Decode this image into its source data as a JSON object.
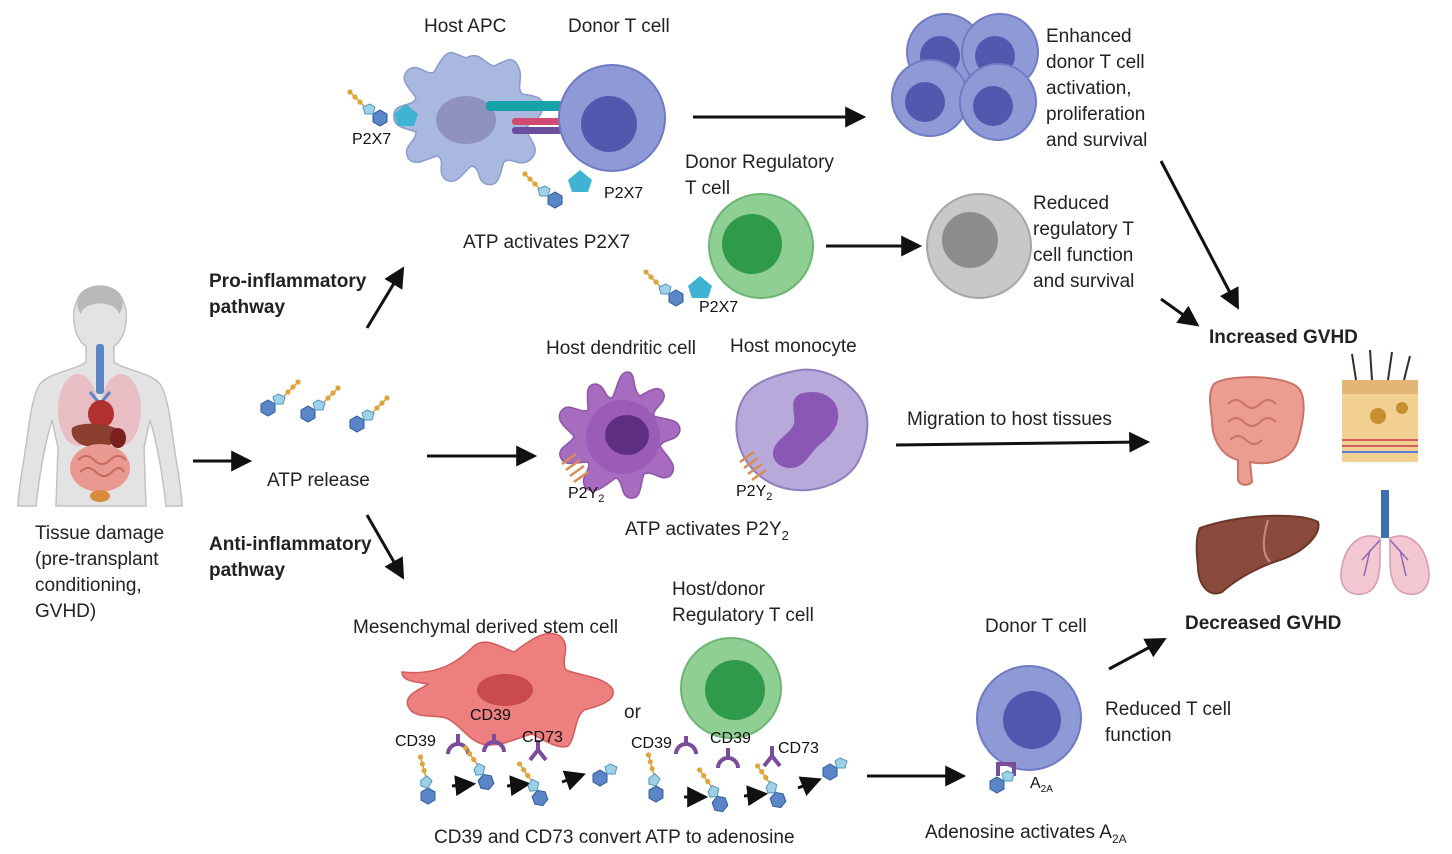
{
  "labels": {
    "host_apc": "Host APC",
    "donor_t_cell_top": "Donor T cell",
    "p2x7_apc": "P2X7",
    "p2x7_tcell": "P2X7",
    "p2x7_treg": "P2X7",
    "atp_activates_p2x7": "ATP activates P2X7",
    "donor_treg_l1": "Donor Regulatory",
    "donor_treg_l2": "T cell",
    "enhanced_l1": "Enhanced",
    "enhanced_l2": "donor T cell",
    "enhanced_l3": "activation,",
    "enhanced_l4": "proliferation",
    "enhanced_l5": "and survival",
    "reduced_treg_l1": "Reduced",
    "reduced_treg_l2": "regulatory T",
    "reduced_treg_l3": "cell function",
    "reduced_treg_l4": "and survival",
    "increased_gvhd": "Increased GVHD",
    "decreased_gvhd": "Decreased GVHD",
    "pro_l1": "Pro-inflammatory",
    "pro_l2": "pathway",
    "anti_l1": "Anti-inflammatory",
    "anti_l2": "pathway",
    "atp_release": "ATP release",
    "tissue_l1": "Tissue damage",
    "tissue_l2": "(pre-transplant",
    "tissue_l3": "conditioning,",
    "tissue_l4": "GVHD)",
    "host_dc": "Host dendritic cell",
    "host_mono": "Host monocyte",
    "p2y2_dc_main": "P2Y",
    "p2y2_dc_sub": "2",
    "p2y2_mono_main": "P2Y",
    "p2y2_mono_sub": "2",
    "atp_p2y2_main": "ATP activates P2Y",
    "atp_p2y2_sub": "2",
    "migration": "Migration to host tissues",
    "msc": "Mesenchymal derived stem cell",
    "host_donor_treg_l1": "Host/donor",
    "host_donor_treg_l2": "Regulatory T cell",
    "or": "or",
    "cd39_a": "CD39",
    "cd39_b": "CD39",
    "cd73_a": "CD73",
    "cd39_c": "CD39",
    "cd39_d": "CD39",
    "cd73_b": "CD73",
    "donor_t_cell_bottom": "Donor T cell",
    "reduced_t_l1": "Reduced T cell",
    "reduced_t_l2": "function",
    "a2a_main": "A",
    "a2a_sub": "2A",
    "cd39_cd73_convert": "CD39 and CD73 convert ATP to adenosine",
    "adenosine_main": "Adenosine activates A",
    "adenosine_sub": "2A"
  },
  "colors": {
    "arrow": "#111111",
    "t_cell_fill": "#8f99d6",
    "t_cell_nucleus": "#5159ae",
    "treg_fill": "#8fcf94",
    "treg_nucleus": "#2e9a4a",
    "apc_fill": "#a9b8de",
    "dc_fill": "#a76bc0",
    "monocyte_fill": "#b7a9d9",
    "msc_fill": "#ee7f7f",
    "grey_cell": "#c9c7c7",
    "receptor_teal": "#3fb3d2",
    "receptor_purple": "#7b4c9c",
    "atp_hexagon": "#5a86c8",
    "atp_pentagon": "#9ed0e8",
    "phosphate": "#e0a53a"
  },
  "icons": [
    "human-body-icon",
    "intestine-icon",
    "skin-icon",
    "liver-icon",
    "lungs-icon",
    "atp-molecule-icon",
    "adenosine-molecule-icon",
    "receptor-icon"
  ]
}
